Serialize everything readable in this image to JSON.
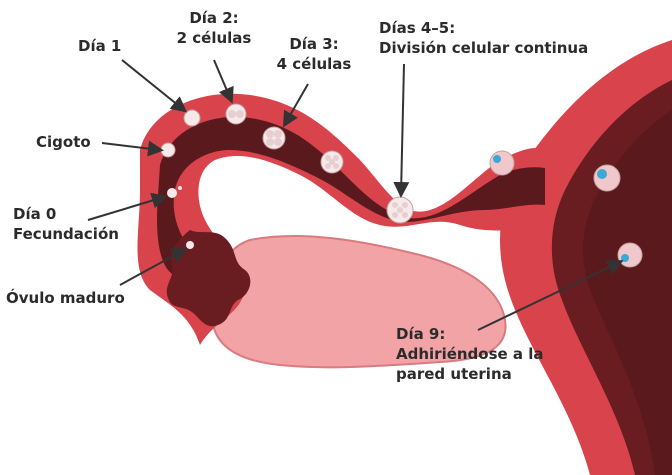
{
  "labels": {
    "dia1": "Día 1",
    "dia2": [
      "Día 2:",
      "2 células"
    ],
    "dia3": [
      "Día 3:",
      "4 células"
    ],
    "dias45": [
      "Días 4–5:",
      "División celular continua"
    ],
    "cigoto": "Cigoto",
    "dia0": [
      "Día 0",
      "Fecundación"
    ],
    "ovulo": "Óvulo maduro",
    "dia9": [
      "Día 9:",
      "Adhiriéndose a la",
      "pared uterina"
    ]
  },
  "colors": {
    "tube_wall": "#d9434b",
    "tube_wall_light": "#e8777c",
    "lumen": "#5a1a1d",
    "ovary": "#f2a3a6",
    "uterus": "#c8343c",
    "uterus_inner": "#6a1d21",
    "text": "#2b2b2b",
    "arrow": "#333333",
    "cell_fill": "#f6e9ea",
    "blastocyst_accent": "#3aa9d6"
  }
}
